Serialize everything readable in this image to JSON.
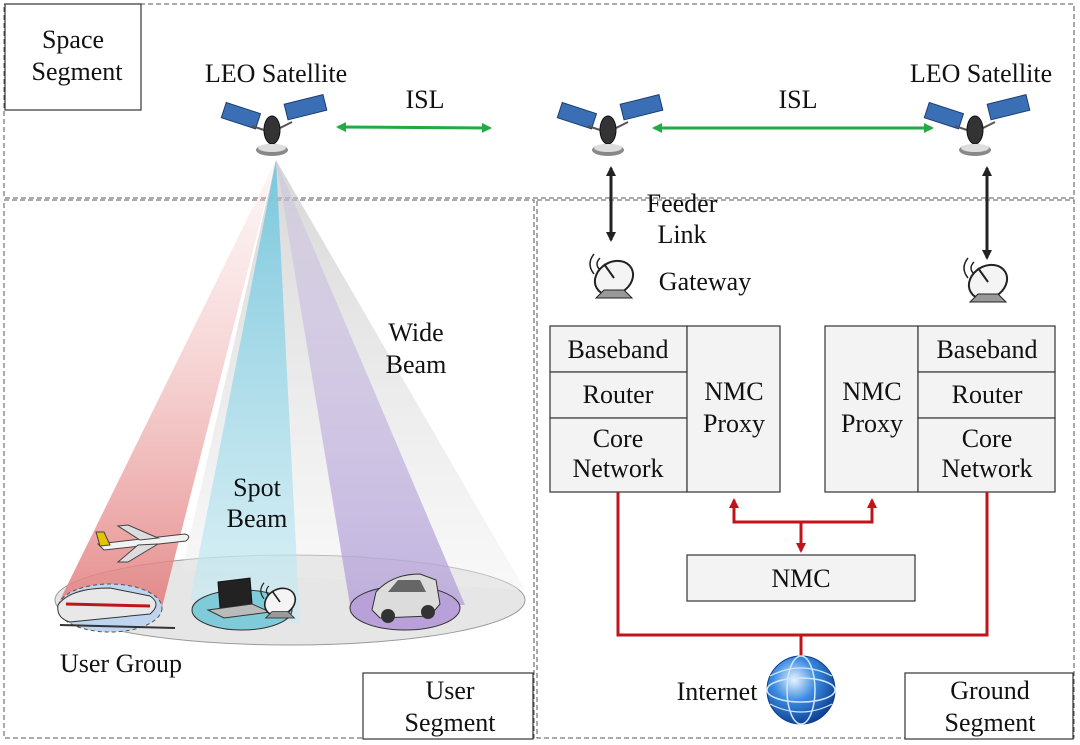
{
  "segments": {
    "space": [
      "Space",
      "Segment"
    ],
    "user": [
      "User",
      "Segment"
    ],
    "ground": [
      "Ground",
      "Segment"
    ]
  },
  "satellites": {
    "left_label": "LEO Satellite",
    "right_label": "LEO Satellite"
  },
  "links": {
    "isl_left": "ISL",
    "isl_right": "ISL",
    "feeder": [
      "Feeder",
      "Link"
    ]
  },
  "gateway_label": "Gateway",
  "beams": {
    "wide": [
      "Wide",
      "Beam"
    ],
    "spot": [
      "Spot",
      "Beam"
    ]
  },
  "user_group_label": "User Group",
  "ground_left": {
    "baseband": "Baseband",
    "router": "Router",
    "core": [
      "Core",
      "Network"
    ],
    "proxy": [
      "NMC",
      "Proxy"
    ]
  },
  "ground_right": {
    "baseband": "Baseband",
    "router": "Router",
    "core": [
      "Core",
      "Network"
    ],
    "proxy": [
      "NMC",
      "Proxy"
    ]
  },
  "nmc_label": "NMC",
  "internet_label": "Internet",
  "colors": {
    "isl_arrow": "#22aa44",
    "network_line": "#c0141c",
    "beam_red": "#e88a8a",
    "beam_cyan": "#8fd3e6",
    "beam_purple": "#b9a6d9"
  }
}
